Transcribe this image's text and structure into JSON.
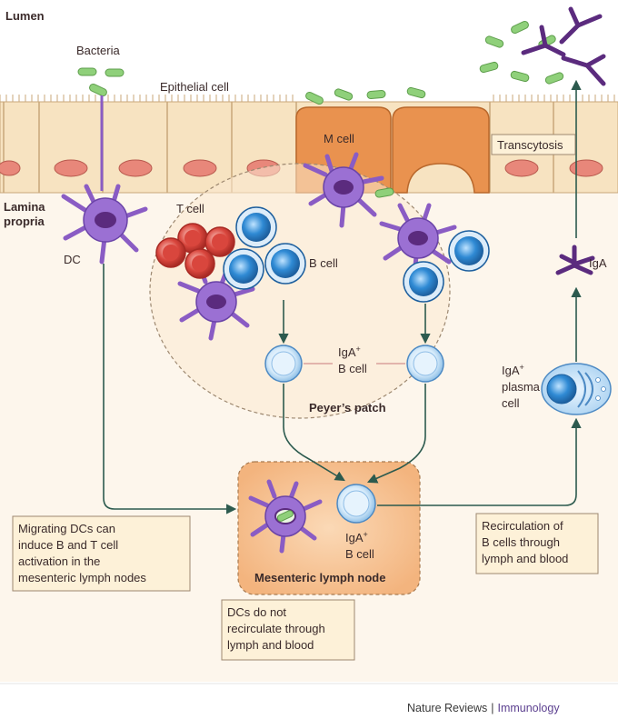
{
  "labels": {
    "lumen": "Lumen",
    "bacteria": "Bacteria",
    "epithelial_cell": "Epithelial cell",
    "m_cell": "M cell",
    "transcytosis": "Transcytosis",
    "lamina_propria_1": "Lamina",
    "lamina_propria_2": "propria",
    "dc": "DC",
    "t_cell": "T cell",
    "b_cell": "B cell",
    "iga_b_cell_1": "IgA",
    "iga_b_cell_2": "B cell",
    "peyers_patch": "Peyer’s patch",
    "iga": "IgA",
    "plasma_1": "IgA",
    "plasma_2": "plasma",
    "plasma_3": "cell",
    "mln_iga_1": "IgA",
    "mln_iga_2": "B cell",
    "mln": "Mesenteric lymph node",
    "plus": "+"
  },
  "boxes": {
    "migrating": [
      "Migrating DCs can",
      "induce B and T cell",
      "activation in the",
      "mesenteric lymph nodes"
    ],
    "recirculation": [
      "Recirculation of",
      "B cells through",
      "lymph and blood"
    ],
    "dcs_not": [
      "DCs do not",
      "recirculate through",
      "lymph and blood"
    ]
  },
  "footer": {
    "publisher": "Nature Reviews",
    "separator": "|",
    "journal": "Immunology"
  },
  "colors": {
    "epithelium": "#f7e3c1",
    "nucleus": "#e8877a",
    "m_cell": "#e9924f",
    "dc": "#8a5cc4",
    "b_cell": "#2f86d0",
    "t_cell": "#d9463d",
    "bacteria": "#8fd07a",
    "antibody": "#5b2b7e",
    "arrow": "#2c5a4e",
    "node": "#f6c89c"
  }
}
